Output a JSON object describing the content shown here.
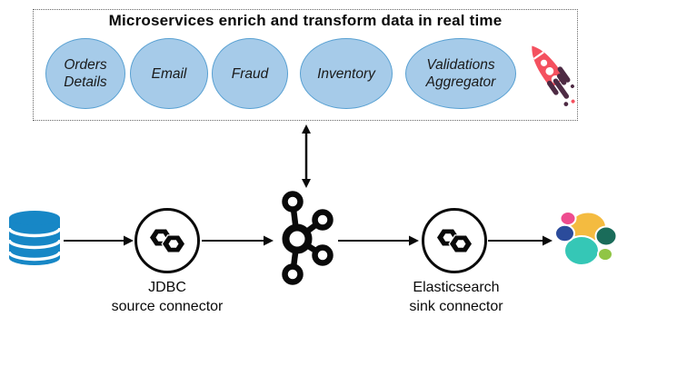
{
  "microservices": {
    "title": "Microservices enrich and transform data in real time",
    "services": [
      {
        "line1": "Orders",
        "line2": "Details"
      },
      {
        "line1": "Email",
        "line2": ""
      },
      {
        "line1": "Fraud",
        "line2": ""
      },
      {
        "line1": "Inventory",
        "line2": ""
      },
      {
        "line1": "Validations",
        "line2": "Aggregator"
      }
    ]
  },
  "pipeline": {
    "jdbc_connector": {
      "line1": "JDBC",
      "line2": "source connector"
    },
    "es_connector": {
      "line1": "Elasticsearch",
      "line2": "sink connector"
    }
  },
  "icons": {
    "database": "database-cylinder-icon",
    "kafka": "kafka-logo-icon",
    "connector": "kafka-connect-hexlink-icon",
    "elasticsearch": "elasticsearch-logo-icon",
    "rocket": "rocket-icon"
  },
  "colors": {
    "service_fill": "#A6CBE9",
    "service_border": "#58A0D2",
    "database_blue": "#1787C6",
    "diagram_black": "#0a0a0a",
    "rocket_red": "#F4515F",
    "rocket_flame": "#4E2B44",
    "elastic_yellow": "#F4BB40",
    "elastic_teal": "#35C7B6",
    "elastic_pink": "#EE4C8F",
    "elastic_blue": "#2B4B9B",
    "elastic_green": "#1A6C5A",
    "elastic_lime": "#90C545"
  }
}
